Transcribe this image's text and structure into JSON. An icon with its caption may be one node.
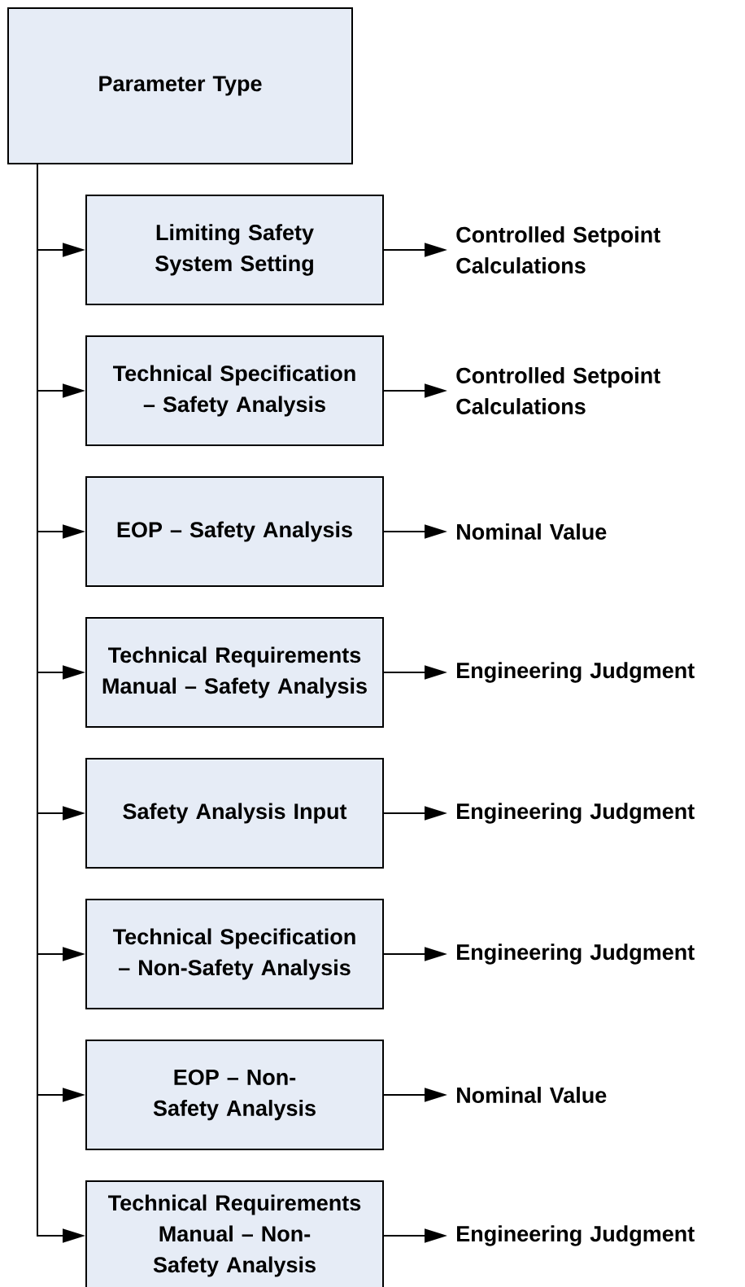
{
  "diagram": {
    "nodes": [
      {
        "text": [
          "Parameter Type"
        ]
      },
      {
        "text": [
          "Limiting Safety System Setting"
        ]
      },
      {
        "text": [
          "Controlled Setpoint Calculations"
        ]
      },
      {
        "text": [
          "Technical Specification – Safety Analysis"
        ]
      },
      {
        "text": [
          "Controlled Setpoint Calculations"
        ]
      },
      {
        "text": [
          "EOP – Safety Analysis"
        ]
      },
      {
        "text": [
          "Nominal Value"
        ]
      },
      {
        "text": [
          "Technical Requirements Manual – Safety Analysis"
        ]
      },
      {
        "text": [
          "Engineering Judgment"
        ]
      },
      {
        "text": [
          "Safety Analysis Input"
        ]
      },
      {
        "text": [
          "Engineering Judgment"
        ]
      },
      {
        "text": [
          "Technical Specification – Non-Safety Analysis"
        ]
      },
      {
        "text": [
          "Engineering Judgment"
        ]
      },
      {
        "text": [
          "EOP – Non-Safety Analysis"
        ]
      },
      {
        "text": [
          "Nominal Value"
        ]
      },
      {
        "text": [
          "Technical Requirements Manual – Non-Safety Analysis"
        ]
      },
      {
        "text": [
          "Engineering Judgment"
        ]
      }
    ],
    "edges": [
      {
        "from": 0,
        "to": 1,
        "arrow": "to"
      },
      {
        "from": 1,
        "to": 2,
        "arrow": "to"
      },
      {
        "from": 0,
        "to": 3,
        "arrow": "to"
      },
      {
        "from": 3,
        "to": 4,
        "arrow": "to"
      },
      {
        "from": 0,
        "to": 5,
        "arrow": "to"
      },
      {
        "from": 5,
        "to": 6,
        "arrow": "to"
      },
      {
        "from": 0,
        "to": 7,
        "arrow": "to"
      },
      {
        "from": 7,
        "to": 8,
        "arrow": "to"
      },
      {
        "from": 0,
        "to": 9,
        "arrow": "to"
      },
      {
        "from": 9,
        "to": 10,
        "arrow": "to"
      },
      {
        "from": 0,
        "to": 11,
        "arrow": "to"
      },
      {
        "from": 11,
        "to": 12,
        "arrow": "to"
      },
      {
        "from": 0,
        "to": 13,
        "arrow": "to"
      },
      {
        "from": 13,
        "to": 14,
        "arrow": "to"
      },
      {
        "from": 0,
        "to": 15,
        "arrow": "to"
      },
      {
        "from": 15,
        "to": 16,
        "arrow": "to"
      }
    ]
  }
}
